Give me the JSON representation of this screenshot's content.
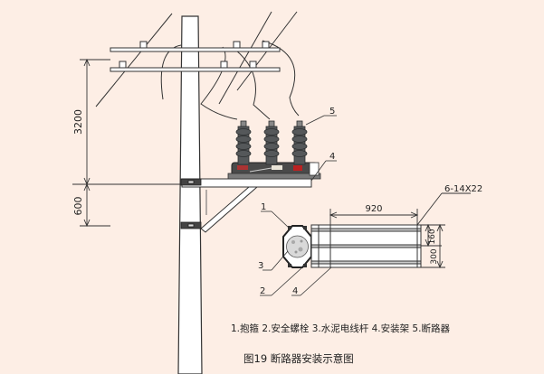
{
  "dimensions": {
    "height_upper": "3200",
    "height_lower": "600",
    "frame_length": "920",
    "bolt_spec": "6-14X22",
    "frame_height": "300",
    "bolt_spacing": "160"
  },
  "callouts": {
    "c1": "1",
    "c2": "2",
    "c3": "3",
    "c4_side": "4",
    "c4_plan": "4",
    "c5": "5"
  },
  "legend": "1.抱箍 2.安全螺栓 3.水泥电线杆 4.安装架 5.断路器",
  "caption": "图19 断路器安装示意图",
  "colors": {
    "background": "#fdeee5",
    "line": "#333333",
    "insulator": "#55585a",
    "breaker_body": "#4a4a4a"
  }
}
